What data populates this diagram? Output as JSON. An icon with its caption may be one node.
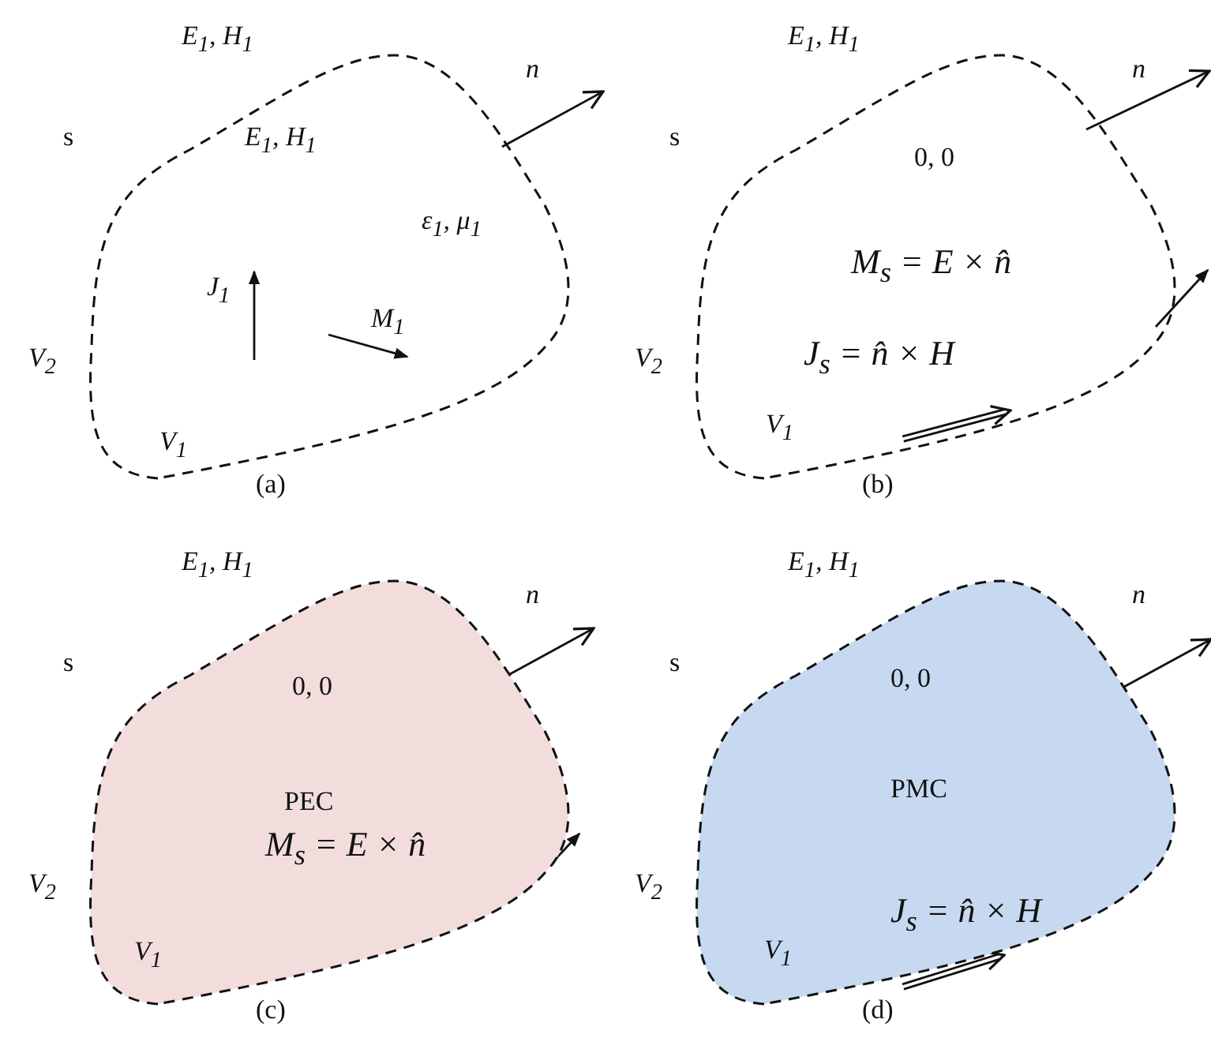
{
  "diagram": {
    "nodes": [
      {
        "text": [
          "E$_{1}$, H$_{1}$",
          "ε$_{1}$, μ$_{1}$",
          "J$_{1}$",
          "M$_{1}$",
          "V$_{1}$"
        ]
      },
      {
        "text": [
          "0, 0",
          "M$_{s}$ = E × n̂",
          "J$_{s}$ = n̂ × H",
          "V$_{1}$"
        ]
      },
      {
        "text": [
          "0, 0",
          "PEC",
          "M$_{s}$ = E × n̂",
          "V$_{1}$"
        ]
      },
      {
        "text": [
          "0, 0",
          "PMC",
          "J$_{s}$ = n̂ × H",
          "V$_{1}$"
        ]
      }
    ],
    "edges": [],
    "labels": [
      "E$_{1}$, H$_{1}$",
      "n⃗",
      "s",
      "V$_{2}$",
      "(a)",
      "E$_{1}$, H$_{1}$",
      "n⃗",
      "s",
      "V$_{2}$",
      "(b)",
      "E$_{1}$, H$_{1}$",
      "n⃗",
      "s",
      "V$_{2}$",
      "(c)",
      "E$_{1}$, H$_{1}$",
      "n⃗",
      "s",
      "V$_{2}$",
      "(d)"
    ]
  }
}
